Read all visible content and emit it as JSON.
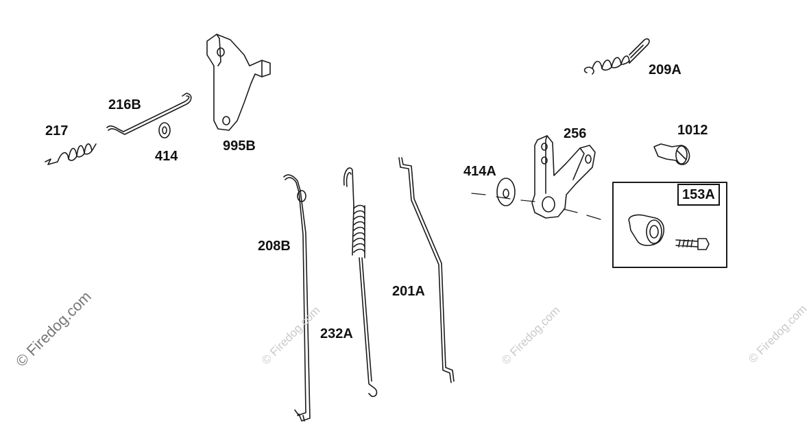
{
  "watermark": {
    "main": "© Firedog.com",
    "repeat": "© Firedog.com"
  },
  "parts": [
    {
      "id": "216B"
    },
    {
      "id": "217"
    },
    {
      "id": "414"
    },
    {
      "id": "995B"
    },
    {
      "id": "209A"
    },
    {
      "id": "256"
    },
    {
      "id": "1012"
    },
    {
      "id": "414A"
    },
    {
      "id": "153A"
    },
    {
      "id": "208B"
    },
    {
      "id": "232A"
    },
    {
      "id": "201A"
    }
  ]
}
